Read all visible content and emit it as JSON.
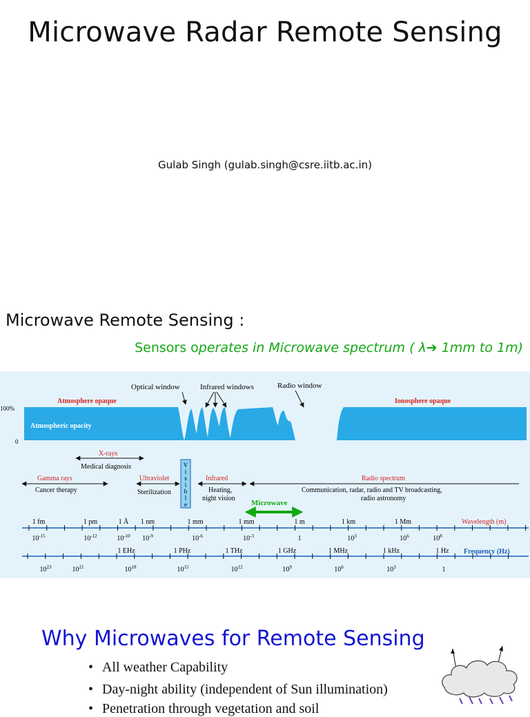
{
  "slide1": {
    "title": "Microwave Radar Remote Sensing",
    "author": "Gulab Singh (gulab.singh@csre.iitb.ac.in)"
  },
  "slide2": {
    "heading": "Microwave Remote Sensing :",
    "subtitle_a": "Sensors o",
    "subtitle_b": "perates in Microwave spectrum ( λ",
    "subtitle_arrow": "➔",
    "subtitle_c": " 1mm to 1m)",
    "figure": {
      "opacity_label": "Atmospheric opacity",
      "y_top": "100%",
      "y_bottom": "0",
      "atm_opaque": "Atmosphere opaque",
      "iono_opaque": "Ionosphere opaque",
      "optical_window": "Optical window",
      "infrared_windows": "Infrared windows",
      "radio_window": "Radio window",
      "xrays": "X-rays",
      "medical": "Medical diagnosis",
      "gamma": "Gamma rays",
      "cancer": "Cancer therapy",
      "uv": "Ultraviolet",
      "sterilization": "Sterilization",
      "visible_letters": [
        "V",
        "i",
        "s",
        "i",
        "b",
        "l",
        "e"
      ],
      "infrared": "Infrared",
      "heating": "Heating,",
      "night_vision": "night vision",
      "radio_spectrum": "Radio spectrum",
      "radio_uses_1": "Communication, radar, radio and TV broadcasting,",
      "radio_uses_2": "radio astronomy",
      "microwave": "Microwave",
      "wavelength_axis_label": "Wavelength (m)",
      "frequency_axis_label": "Frequency (Hz)",
      "wavelength_names": [
        "1 fm",
        "1 pm",
        "1 Å",
        "1 nm",
        "1 mm",
        "1 mm",
        "1 m",
        "1 km",
        "1 Mm"
      ],
      "wavelength_exponents": [
        {
          "base": "10",
          "exp": "-15"
        },
        {
          "base": "10",
          "exp": "-12"
        },
        {
          "base": "10",
          "exp": "-10"
        },
        {
          "base": "10",
          "exp": "-9"
        },
        {
          "base": "10",
          "exp": "-6"
        },
        {
          "base": "10",
          "exp": "-3"
        },
        {
          "base": "1",
          "exp": ""
        },
        {
          "base": "10",
          "exp": "3"
        },
        {
          "base": "10",
          "exp": "6"
        },
        {
          "base": "10",
          "exp": "8"
        }
      ],
      "frequency_names": [
        "1 EHz",
        "1 PHz",
        "1 THz",
        "1 GHz",
        "1 MHz",
        "1 kHz",
        "1 Hz"
      ],
      "frequency_exponents": [
        {
          "base": "10",
          "exp": "23"
        },
        {
          "base": "10",
          "exp": "21"
        },
        {
          "base": "10",
          "exp": "18"
        },
        {
          "base": "10",
          "exp": "15"
        },
        {
          "base": "10",
          "exp": "12"
        },
        {
          "base": "10",
          "exp": "9"
        },
        {
          "base": "10",
          "exp": "6"
        },
        {
          "base": "10",
          "exp": "3"
        },
        {
          "base": "1",
          "exp": ""
        }
      ]
    }
  },
  "slide3": {
    "heading": "Why Microwaves for Remote Sensing",
    "bullets": [
      "All weather Capability",
      "Day-night ability (independent of Sun illumination)",
      "Penetration through vegetation and soil"
    ],
    "bullet_glyph": "•"
  },
  "colors": {
    "title_blue": "#1414d4",
    "green": "#13a813",
    "opacity_fill": "#29a9e6",
    "figure_bg": "#e4f3fb",
    "label_red": "#d42020",
    "axis_blue": "#1a5fb4"
  }
}
